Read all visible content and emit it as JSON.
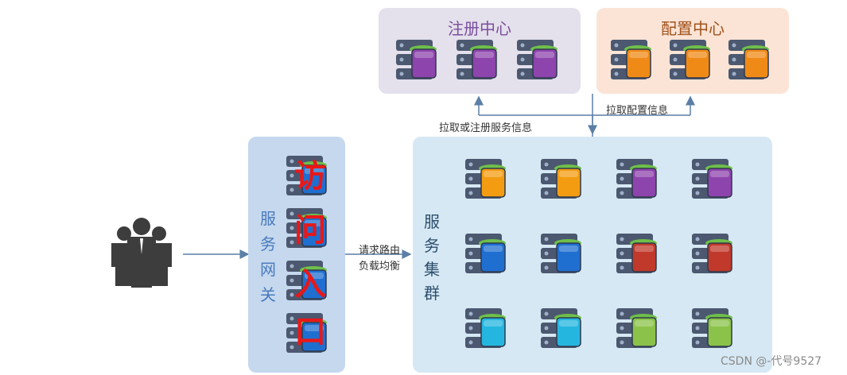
{
  "registry": {
    "title": "注册中心",
    "color": "#8e44ad"
  },
  "config": {
    "title": "配置中心",
    "color": "#f08a17"
  },
  "gateway": {
    "chars": [
      "服",
      "务",
      "网",
      "关"
    ],
    "overlay": [
      "访",
      "问",
      "入",
      "口"
    ]
  },
  "cluster": {
    "chars": [
      "服",
      "务",
      "集",
      "群"
    ],
    "rows": [
      [
        "#f39c12",
        "#f39c12",
        "#8e44ad",
        "#8e44ad"
      ],
      [
        "#1f6fd1",
        "#1f6fd1",
        "#c0392b",
        "#c0392b"
      ],
      [
        "#25b6e0",
        "#25b6e0",
        "#8bc34a",
        "#8bc34a"
      ]
    ]
  },
  "labels": {
    "pull_register": "拉取或注册服务信息",
    "pull_config": "拉取配置信息",
    "request_route": "请求路由",
    "load_balance": "负载均衡"
  },
  "watermark": "CSDN @-代号9527"
}
